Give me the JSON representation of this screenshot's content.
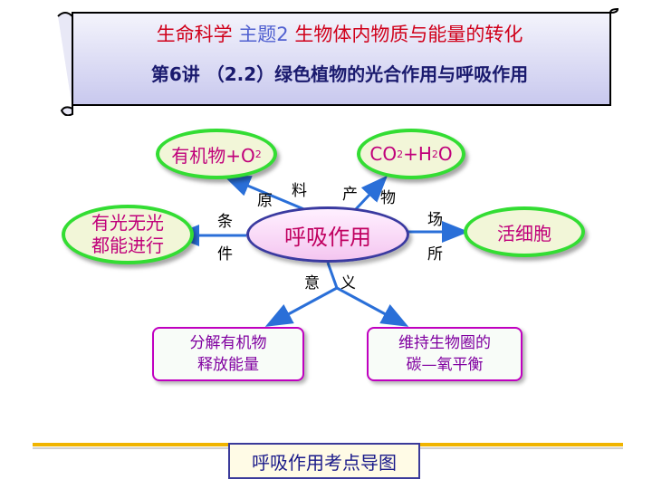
{
  "header": {
    "line1_a": "生命科学",
    "line1_b": "主题2",
    "line1_c": "生物体内物质与能量的转化",
    "line2": "第6讲 （2.2）绿色植物的光合作用与呼吸作用"
  },
  "center": "呼吸作用",
  "nodes": {
    "raw_pre": "有机物+O",
    "raw_sub": "2",
    "prod_a": "CO",
    "prod_sub1": "2",
    "prod_b": "+H",
    "prod_sub2": "2",
    "prod_c": "O",
    "cond_line1": "有光无光",
    "cond_line2": "都能进行",
    "place": "活细胞",
    "mean1_line1": "分解有机物",
    "mean1_line2": "释放能量",
    "mean2_line1": "维持生物圈的",
    "mean2_line2": "碳—氧平衡"
  },
  "labels": {
    "raw1": "原",
    "raw2": "料",
    "prod1": "产",
    "prod2": "物",
    "cond1": "条",
    "cond2": "件",
    "place1": "场",
    "place2": "所",
    "mean1": "意",
    "mean2": "义"
  },
  "footer": "呼吸作用考点导图",
  "colors": {
    "line": "#2a6fd8",
    "green_border": "#33dd33",
    "box_border": "#c000c0",
    "rule": "#f0b400"
  }
}
